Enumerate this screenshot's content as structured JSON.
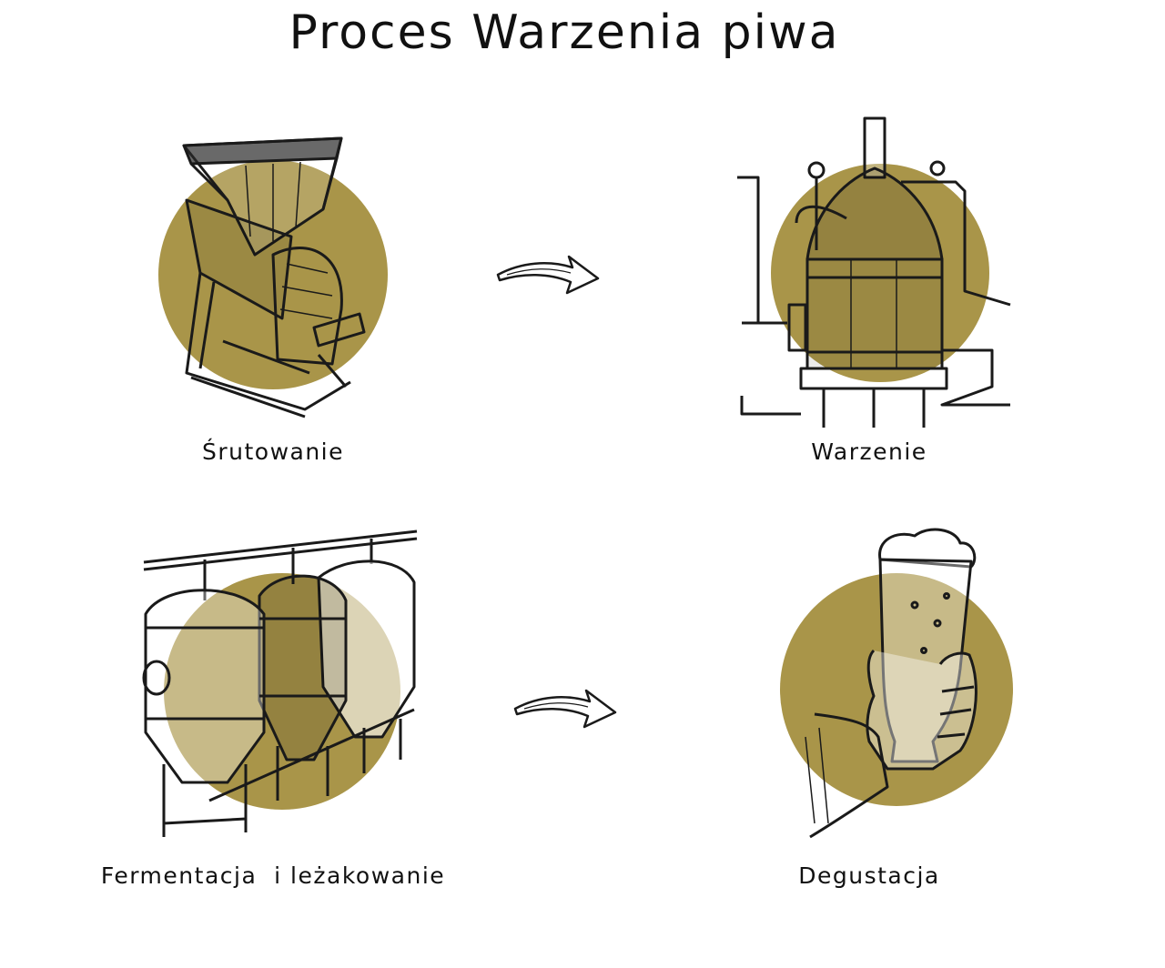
{
  "title": "Proces Warzenia piwa",
  "accent_color": "#a99549",
  "steps": [
    {
      "label": "Śrutowanie",
      "icon": "grain-mill-icon"
    },
    {
      "label": "Warzenie",
      "icon": "brew-kettle-icon"
    },
    {
      "label": "Fermentacja  i leżakowanie",
      "icon": "fermentation-tanks-icon"
    },
    {
      "label": "Degustacja",
      "icon": "beer-glass-hand-icon"
    }
  ],
  "arrows": [
    "arrow-right-icon",
    "arrow-right-icon"
  ]
}
